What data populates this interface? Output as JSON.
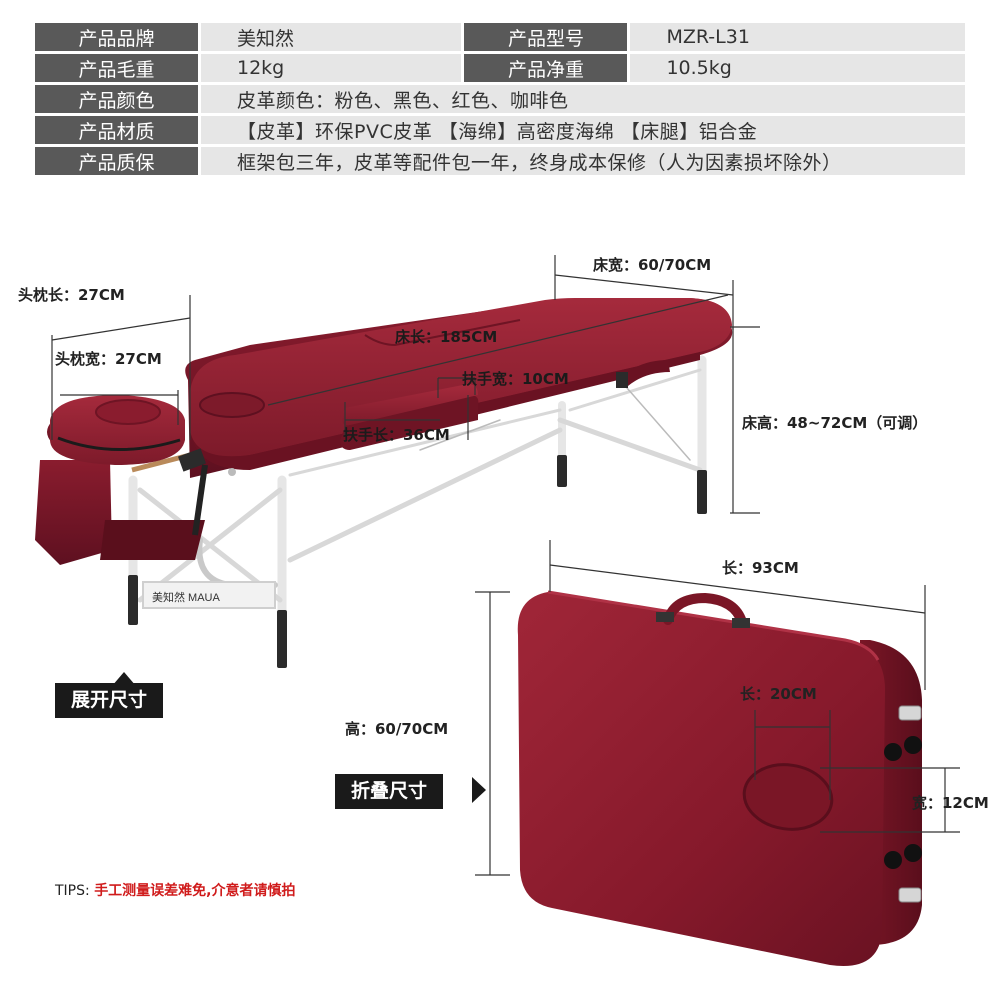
{
  "specs": {
    "rows": [
      {
        "label": "产品品牌",
        "value": "美知然",
        "label2": "产品型号",
        "value2": "MZR-L31"
      },
      {
        "label": "产品毛重",
        "value": "12kg",
        "label2": "产品净重",
        "value2": "10.5kg"
      },
      {
        "label": "产品颜色",
        "value": "皮革颜色：粉色、黑色、红色、咖啡色"
      },
      {
        "label": "产品材质",
        "value": "【皮革】环保PVC皮革 【海绵】高密度海绵 【床腿】铝合金"
      },
      {
        "label": "产品质保",
        "value": "框架包三年，皮革等配件包一年，终身成本保修（人为因素损坏除外）"
      }
    ]
  },
  "unfolded": {
    "title": "展开尺寸",
    "dims": {
      "headrest_length": "头枕长：27CM",
      "headrest_width": "头枕宽：27CM",
      "bed_width": "床宽：60/70CM",
      "bed_length": "床长：185CM",
      "armrest_width": "扶手宽：10CM",
      "armrest_length": "扶手长：36CM",
      "bed_height": "床高：48~72CM（可调）"
    },
    "brand_plate": "美知然 MAUA"
  },
  "folded": {
    "title": "折叠尺寸",
    "dims": {
      "length": "长：93CM",
      "height": "高：60/70CM",
      "handle_length": "长：20CM",
      "handle_width": "宽：12CM"
    }
  },
  "tips": {
    "prefix": "TIPS: ",
    "text": "手工测量误差难免,介意者请慎拍"
  },
  "colors": {
    "leather": "#8a1c2e",
    "leather_dark": "#6e1424",
    "leather_light": "#a52a3c",
    "frame": "#e8e8e8",
    "table_label_bg": "#595959",
    "table_value_bg": "#e6e6e6",
    "tips_red": "#d01c1c"
  }
}
